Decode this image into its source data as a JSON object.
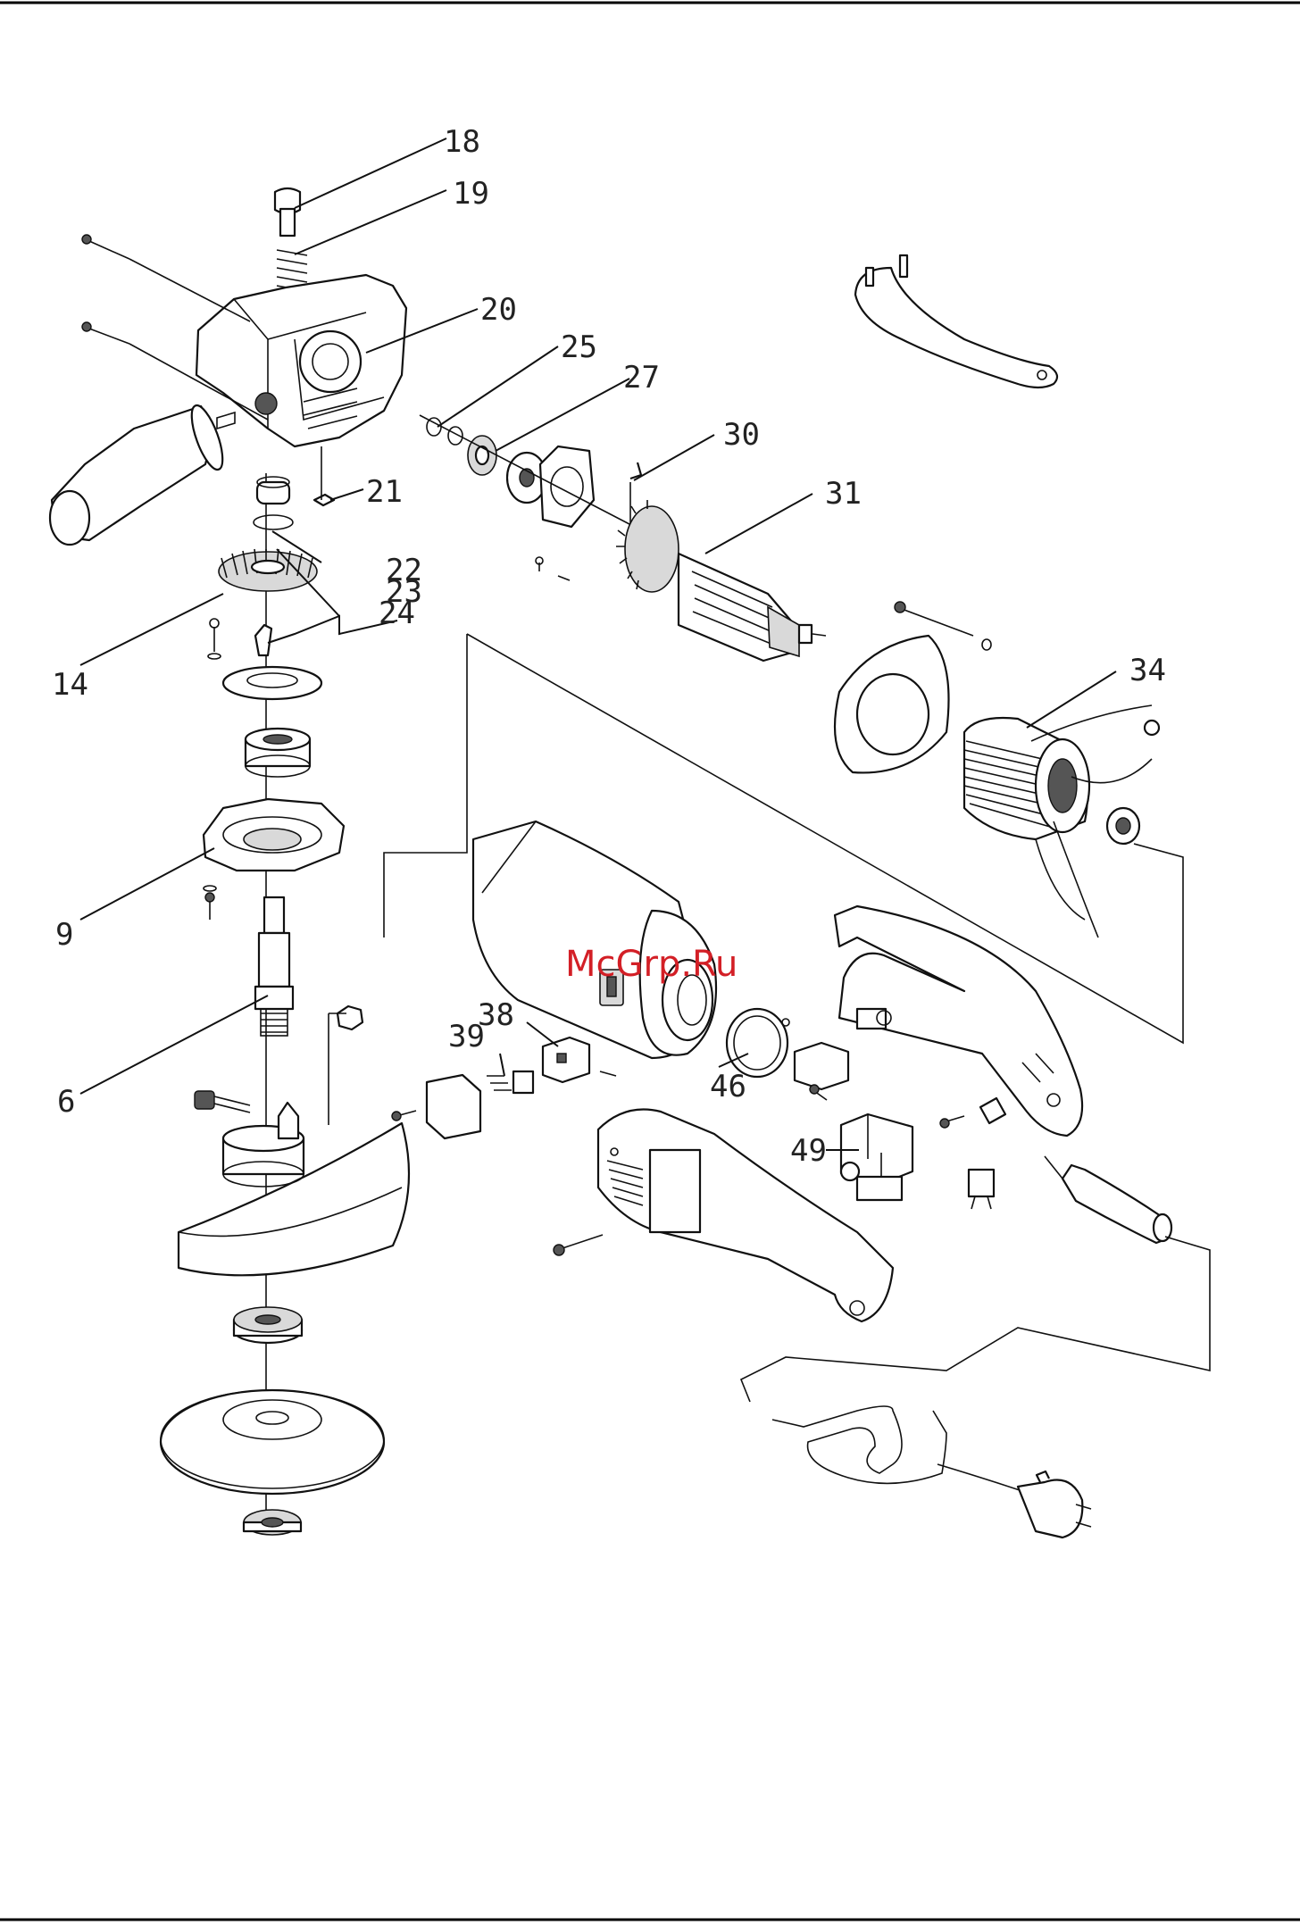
{
  "diagram": {
    "watermark": "McGrp.Ru",
    "callouts": [
      "18",
      "19",
      "20",
      "25",
      "27",
      "30",
      "31",
      "21",
      "22",
      "23",
      "24",
      "14",
      "34",
      "9",
      "38",
      "39",
      "46",
      "6",
      "49"
    ]
  }
}
